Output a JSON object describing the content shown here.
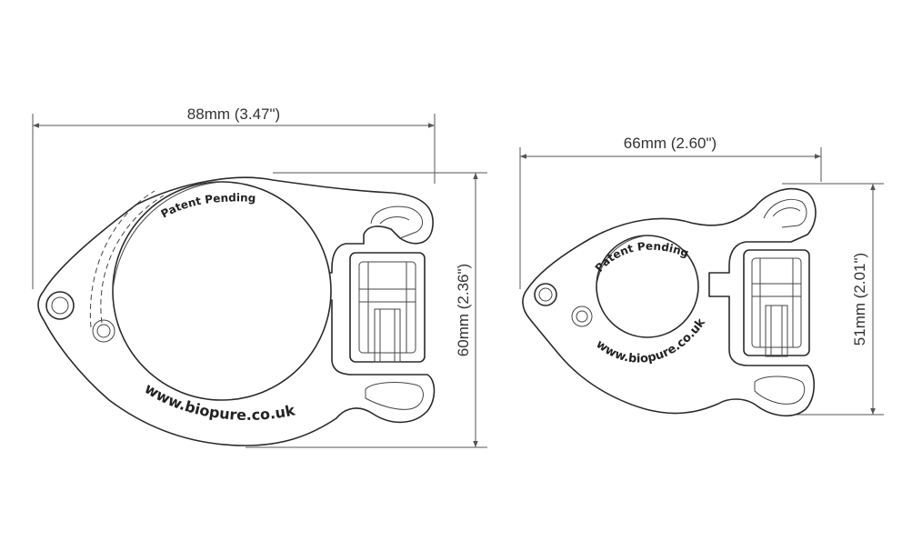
{
  "large_clamp": {
    "width_label": "88mm (3.47\")",
    "height_label": "60mm (2.36\")",
    "patent_text": "Patent Pending",
    "website_text": "www.biopure.co.uk"
  },
  "small_clamp": {
    "width_label": "66mm (2.60\")",
    "height_label": "51mm (2.01\")",
    "patent_text": "Patent Pending",
    "website_text": "www.biopure.co.uk"
  },
  "colors": {
    "outline": "#2a2a2a",
    "dimension_line": "#555555",
    "text": "#333333"
  }
}
